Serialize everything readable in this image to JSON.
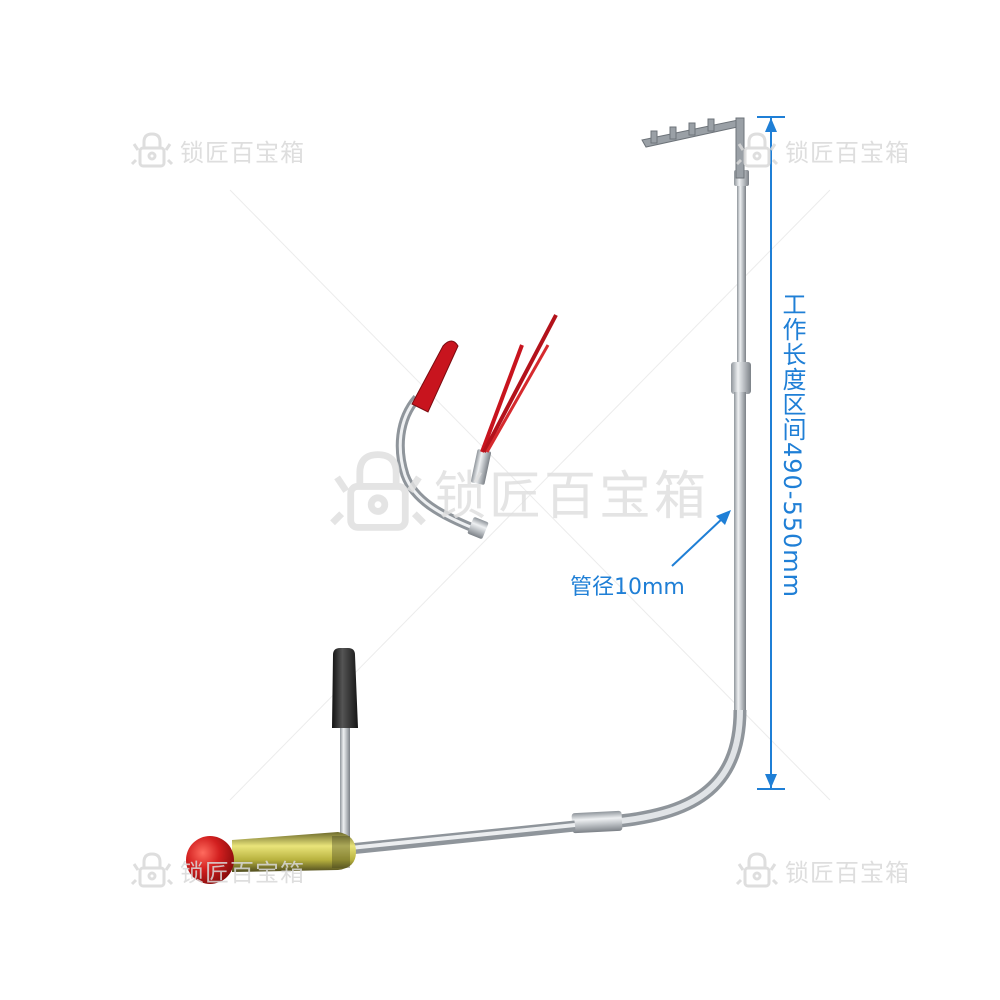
{
  "watermark": {
    "text": "锁匠百宝箱"
  },
  "annotations": {
    "working_length": "工作长度区间490-550mm",
    "tube_diameter": "管径10mm"
  },
  "colors": {
    "annotation_blue": "#1f7fd6",
    "tool_silver": "#c3c7cb",
    "knob_red": "#d21f1f",
    "handle_yellow": "#c9c34a",
    "grip_black": "#2b2b2b",
    "tip_red": "#c8141e"
  },
  "icons": [
    "lock-logo-icon"
  ]
}
